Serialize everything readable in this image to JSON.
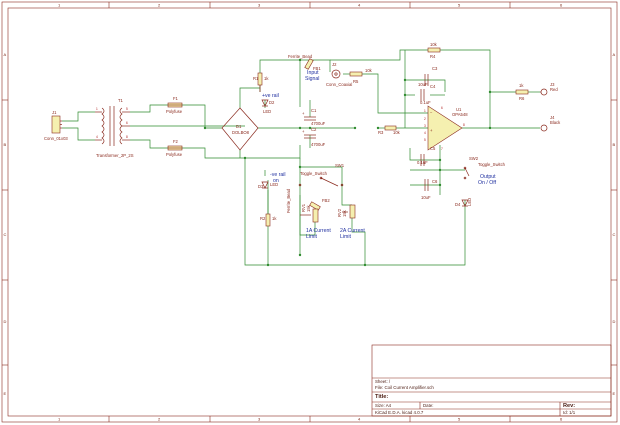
{
  "border": {
    "top_numbers": [
      "1",
      "2",
      "3",
      "4",
      "5",
      "6"
    ],
    "bottom_numbers": [
      "1",
      "2",
      "3",
      "4",
      "5",
      "6"
    ],
    "left_letters": [
      "A",
      "B",
      "C",
      "D",
      "E"
    ],
    "right_letters": [
      "A",
      "B",
      "C",
      "D",
      "E"
    ]
  },
  "components": {
    "j1": {
      "ref": "J1",
      "value": "Conn_01x03"
    },
    "t1": {
      "ref": "T1",
      "value": "Transformer_2P_2S"
    },
    "f1": {
      "ref": "F1",
      "value": "Polyfuse"
    },
    "f2": {
      "ref": "F2",
      "value": "Polyfuse"
    },
    "d1": {
      "ref": "D1",
      "value": "DOLBO8"
    },
    "r1": {
      "ref": "R1",
      "value": "1k"
    },
    "r2": {
      "ref": "R2",
      "value": "1k"
    },
    "d2": {
      "ref": "D2",
      "value": "LED"
    },
    "d3": {
      "ref": "D3",
      "value": "LED"
    },
    "c1": {
      "ref": "C1",
      "value": "4700uF"
    },
    "c2": {
      "ref": "C2",
      "value": "4700uF"
    },
    "fb1": {
      "ref": "FB1",
      "value": "Ferrite_Bead"
    },
    "fb2": {
      "ref": "FB2",
      "value": "Ferrite_Bead"
    },
    "j2": {
      "ref": "J2",
      "value": "Conn_Coaxial"
    },
    "r5": {
      "ref": "R5",
      "value": "10k"
    },
    "r4": {
      "ref": "R4",
      "value": "10k"
    },
    "r3": {
      "ref": "R3",
      "value": "10k"
    },
    "c3": {
      "ref": "C3",
      "value": "10uF"
    },
    "c4": {
      "ref": "C4",
      "value": "0.1uF"
    },
    "c5": {
      "ref": "C5",
      "value": "0.1uF"
    },
    "c6": {
      "ref": "C6",
      "value": "10uF"
    },
    "u1": {
      "ref": "U1",
      "value": "OPA548"
    },
    "r6": {
      "ref": "R6",
      "value": "1k"
    },
    "j3": {
      "ref": "J3",
      "value": "Red"
    },
    "j4": {
      "ref": "J4",
      "value": "Black"
    },
    "sw1": {
      "ref": "SW1",
      "value": "Toggle_Switch"
    },
    "sw2": {
      "ref": "SW2",
      "value": "Toggle_Switch"
    },
    "rv1": {
      "ref": "RV1",
      "value": "15k"
    },
    "rv2": {
      "ref": "RV2",
      "value": "15k"
    },
    "d4": {
      "ref": "D4",
      "value": "LED"
    }
  },
  "notes": {
    "pos_rail": "+ve rail",
    "neg_rail_1": "-ve rail",
    "neg_rail_2": "on",
    "input_1": "Input",
    "input_2": "Signal",
    "limit1_1": "1A Current",
    "limit1_2": "Limit",
    "limit2_1": "2A Current",
    "limit2_2": "Limit",
    "output_1": "Output",
    "output_2": "On / Off"
  },
  "opamp_pins": [
    "1",
    "2",
    "3",
    "4",
    "5",
    "6",
    "7",
    "8"
  ],
  "title_block": {
    "sheet": "Sheet: /",
    "file": "File: Coil Current Amplifier.sch",
    "title_label": "Title:",
    "size": "Size: A4",
    "date": "Date:",
    "rev": "Rev:",
    "tool": "KiCad E.D.A.  kicad 4.0.7",
    "id": "Id: 1/1"
  }
}
